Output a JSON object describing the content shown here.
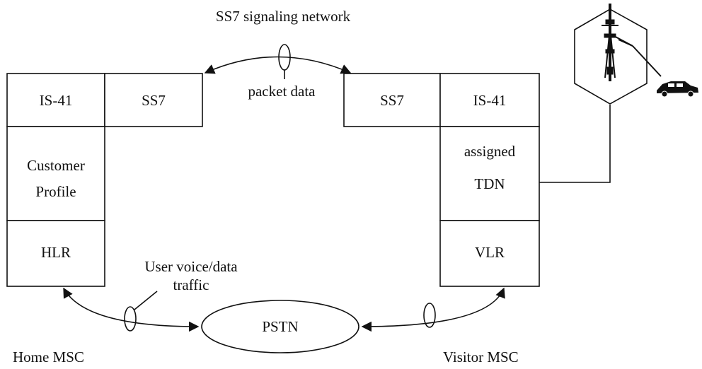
{
  "title": "SS7 signaling network",
  "packet_label": "packet data",
  "traffic_label_line1": "User voice/data",
  "traffic_label_line2": "traffic",
  "pstn_label": "PSTN",
  "home": {
    "caption": "Home MSC",
    "is41": "IS-41",
    "ss7": "SS7",
    "profile_line1": "Customer",
    "profile_line2": "Profile",
    "register": "HLR"
  },
  "visitor": {
    "caption": "Visitor MSC",
    "is41": "IS-41",
    "ss7": "SS7",
    "tdn_line1": "assigned",
    "tdn_line2": "TDN",
    "register": "VLR"
  },
  "icons": [
    "cell-tower-icon",
    "car-icon"
  ]
}
